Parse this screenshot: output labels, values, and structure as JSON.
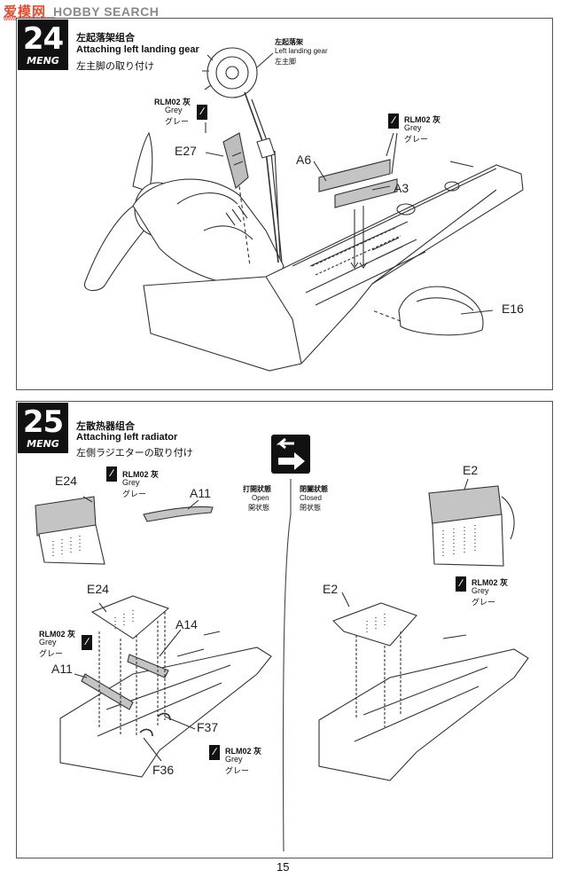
{
  "watermark": {
    "logo": "爱模网",
    "text": "HOBBY SEARCH",
    "url": "www.52hobby.com"
  },
  "step24": {
    "number": "24",
    "brand": "MENG",
    "title_cn": "左起落架组合",
    "title_en": "Attaching left landing gear",
    "title_jp": "左主脚の取り付け",
    "gear_label_cn": "左起落架",
    "gear_label_en": "Left landing gear",
    "gear_label_jp": "左主脚",
    "paint_left": {
      "code": "RLM02 灰",
      "en": "Grey",
      "jp": "グレー"
    },
    "paint_right": {
      "code": "RLM02 灰",
      "en": "Grey",
      "jp": "グレー"
    },
    "parts": [
      "E27",
      "A6",
      "A3",
      "E16"
    ]
  },
  "step25": {
    "number": "25",
    "brand": "MENG",
    "title_cn": "左散热器组合",
    "title_en": "Attaching left radiator",
    "title_jp": "左側ラジエターの取り付け",
    "paint_top": {
      "code": "RLM02 灰",
      "en": "Grey",
      "jp": "グレー"
    },
    "paint_mid": {
      "code": "RLM02 灰",
      "en": "Grey",
      "jp": "グレー"
    },
    "paint_bottom": {
      "code": "RLM02 灰",
      "en": "Grey",
      "jp": "グレー"
    },
    "paint_right": {
      "code": "RLM02 灰",
      "en": "Grey",
      "jp": "グレー"
    },
    "state_open": {
      "cn": "打開狀態",
      "en": "Open",
      "jp": "開状態"
    },
    "state_closed": {
      "cn": "閉闔狀態",
      "en": "Closed",
      "jp": "閉状態"
    },
    "parts_left": [
      "E24",
      "A11",
      "E24",
      "A14",
      "A11",
      "F37",
      "F36"
    ],
    "parts_right": [
      "E2",
      "E2"
    ]
  },
  "page_number": "15",
  "colors": {
    "ink": "#111111",
    "line": "#444444",
    "part_fill": "#b9b9b9",
    "wm_red": "#e84b2b"
  }
}
